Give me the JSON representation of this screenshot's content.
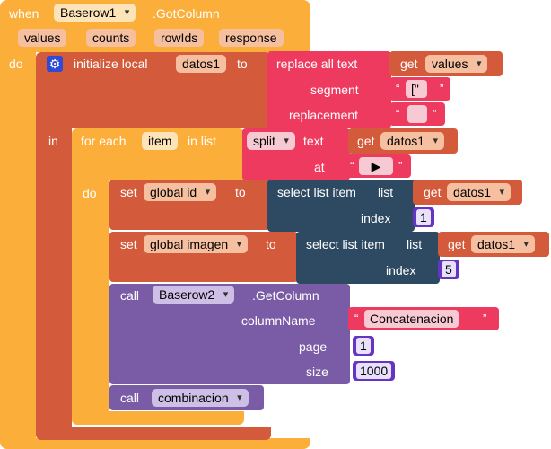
{
  "event": {
    "when_label": "when",
    "component": "Baserow1",
    "event_name": ".GotColumn",
    "params": [
      "values",
      "counts",
      "rowIds",
      "response"
    ],
    "do_label": "do"
  },
  "init_local": {
    "label": "initialize local",
    "var_name": "datos1",
    "to_label": "to",
    "in_label": "in"
  },
  "replace_all": {
    "label": "replace all text",
    "get_label": "get",
    "get_var": "values",
    "segment_label": "segment",
    "segment_value": "[\"",
    "replacement_label": "replacement",
    "replacement_value": ""
  },
  "foreach": {
    "label": "for each",
    "item_name": "item",
    "in_list_label": "in list",
    "do_label": "do",
    "split_label": "split",
    "text_label": "text",
    "get_label": "get",
    "get_var": "datos1",
    "at_label": "at",
    "at_value": "▶"
  },
  "set1": {
    "set_label": "set",
    "var": "global id",
    "to_label": "to",
    "select_label": "select list item",
    "list_label": "list",
    "get_label": "get",
    "get_var": "datos1",
    "index_label": "index",
    "index_value": "1"
  },
  "set2": {
    "set_label": "set",
    "var": "global imagen",
    "to_label": "to",
    "select_label": "select list item",
    "list_label": "list",
    "get_label": "get",
    "get_var": "datos1",
    "index_label": "index",
    "index_value": "5"
  },
  "call1": {
    "call_label": "call",
    "component": "Baserow2",
    "method": ".GetColumn",
    "column_label": "columnName",
    "column_value": "Concatenacion",
    "page_label": "page",
    "page_value": "1",
    "size_label": "size",
    "size_value": "1000"
  },
  "call2": {
    "call_label": "call",
    "procedure": "combinacion"
  },
  "colors": {
    "event": "#fbae3a",
    "variable": "#d35a3a",
    "text": "#ee3a5e",
    "list": "#2e4a62",
    "procedure": "#7a5ca6",
    "math": "#6434c3"
  }
}
